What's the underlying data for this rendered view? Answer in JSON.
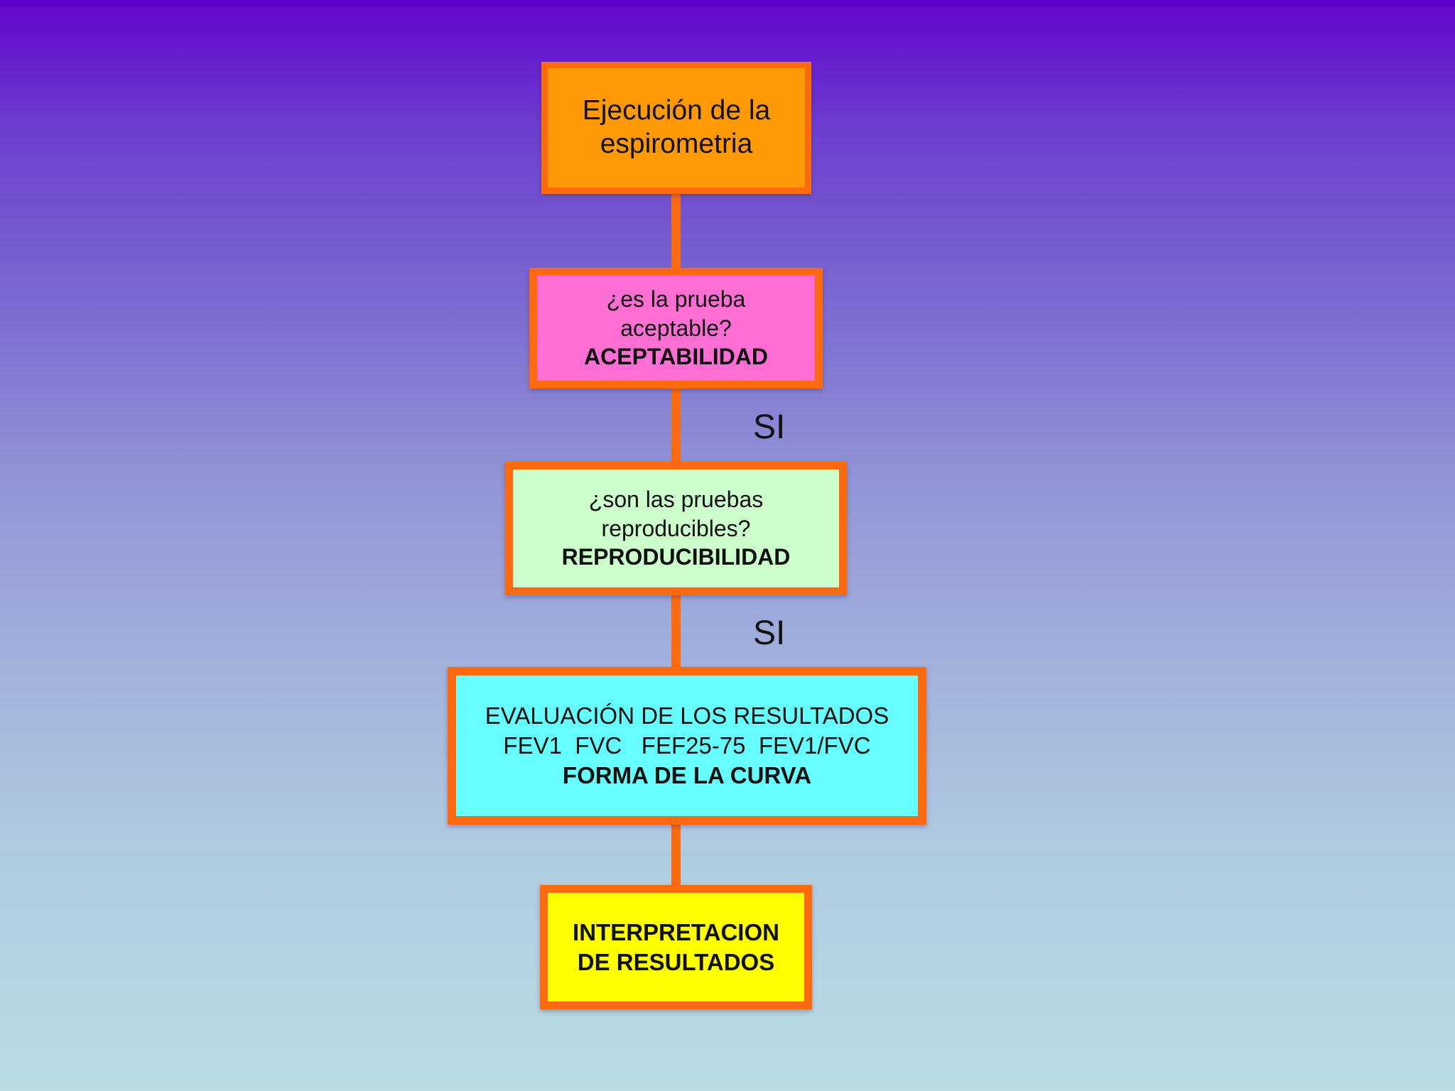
{
  "flowchart": {
    "step1": {
      "line1": "Ejecución de la",
      "line2": "espirometria"
    },
    "step2": {
      "line1": "¿es la prueba",
      "line2": "aceptable?",
      "line3": "ACEPTABILIDAD"
    },
    "label1": "SI",
    "step3": {
      "line1": "¿son las pruebas",
      "line2": "reproducibles?",
      "line3": "REPRODUCIBILIDAD"
    },
    "label2": "SI",
    "step4": {
      "line1": "EVALUACIÓN DE LOS RESULTADOS",
      "line2": "FEV1  FVC   FEF25-75  FEV1/FVC",
      "line3": "FORMA DE LA CURVA"
    },
    "step5": {
      "line1": "INTERPRETACION",
      "line2": "DE RESULTADOS"
    }
  },
  "colors": {
    "border": "#ff6a0e",
    "step1_fill": "#ff9a06",
    "step2_fill": "#ff6ed2",
    "step3_fill": "#ccffcc",
    "step4_fill": "#66ffff",
    "step5_fill": "#ffff00"
  }
}
